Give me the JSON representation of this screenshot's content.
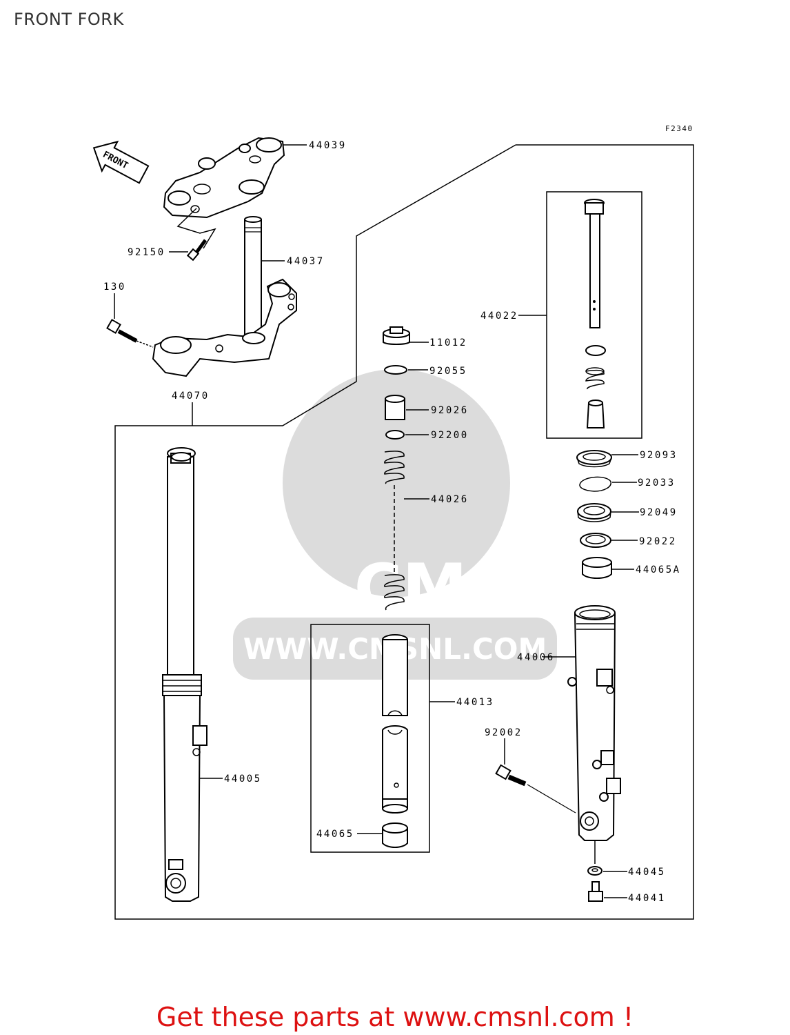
{
  "header": {
    "title": "FRONT FORK"
  },
  "diagram": {
    "ref_code": "F2340",
    "front_arrow_label": "FRONT",
    "watermark": {
      "logo_text": "CMS",
      "url_text": "WWW.CMSNL.COM"
    },
    "part_labels": {
      "p44039": "44039",
      "p92150": "92150",
      "p44037": "44037",
      "p130": "130",
      "p44070": "44070",
      "p11012": "11012",
      "p92055": "92055",
      "p92026": "92026",
      "p92200": "92200",
      "p44026": "44026",
      "p44022": "44022",
      "p92093": "92093",
      "p92033": "92033",
      "p92049": "92049",
      "p92022": "92022",
      "p44065A": "44065A",
      "p44006": "44006",
      "p44013": "44013",
      "p92002": "92002",
      "p44005": "44005",
      "p44065": "44065",
      "p44045": "44045",
      "p44041": "44041"
    }
  },
  "footer": {
    "cta_text": "Get these parts at www.cmsnl.com !",
    "cta_color": "#dd1111"
  }
}
